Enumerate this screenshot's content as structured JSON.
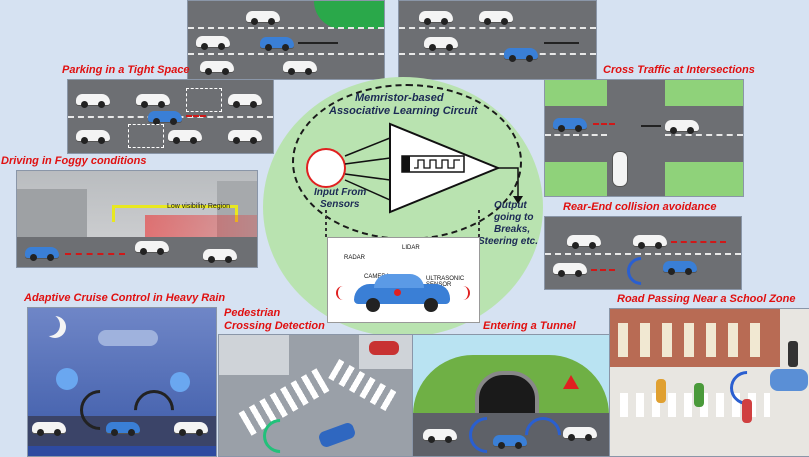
{
  "center": {
    "title_line1": "Memristor-based",
    "title_line2": "Associative Learning Circuit",
    "input_label_line1": "Input From",
    "input_label_line2": "Sensors",
    "output_label_line1": "Output",
    "output_label_line2": "going to",
    "output_label_line3": "Breaks,",
    "output_label_line4": "Steering etc.",
    "sensor_labels": {
      "lidar": "LIDAR",
      "radar": "RADAR",
      "camera": "CAMERA",
      "ultrasonic": "ULTRASONIC SENSOR"
    }
  },
  "scenarios": {
    "parking": "Parking in a Tight Space",
    "foggy": "Driving in Foggy conditions",
    "foggy_sub": "Low visibility Region",
    "cross_traffic": "Cross Traffic at Intersections",
    "rear_end": "Rear-End collision avoidance",
    "heavy_rain": "Adaptive Cruise Control in Heavy Rain",
    "pedestrian_line1": "Pedestrian",
    "pedestrian_line2": "Crossing Detection",
    "tunnel": "Entering a Tunnel",
    "school_zone": "Road Passing Near a School Zone"
  },
  "colors": {
    "label_red": "#e01010",
    "center_green": "#b9e3b0",
    "background": "#d6e2f2",
    "car_blue": "#3a7fd6"
  }
}
